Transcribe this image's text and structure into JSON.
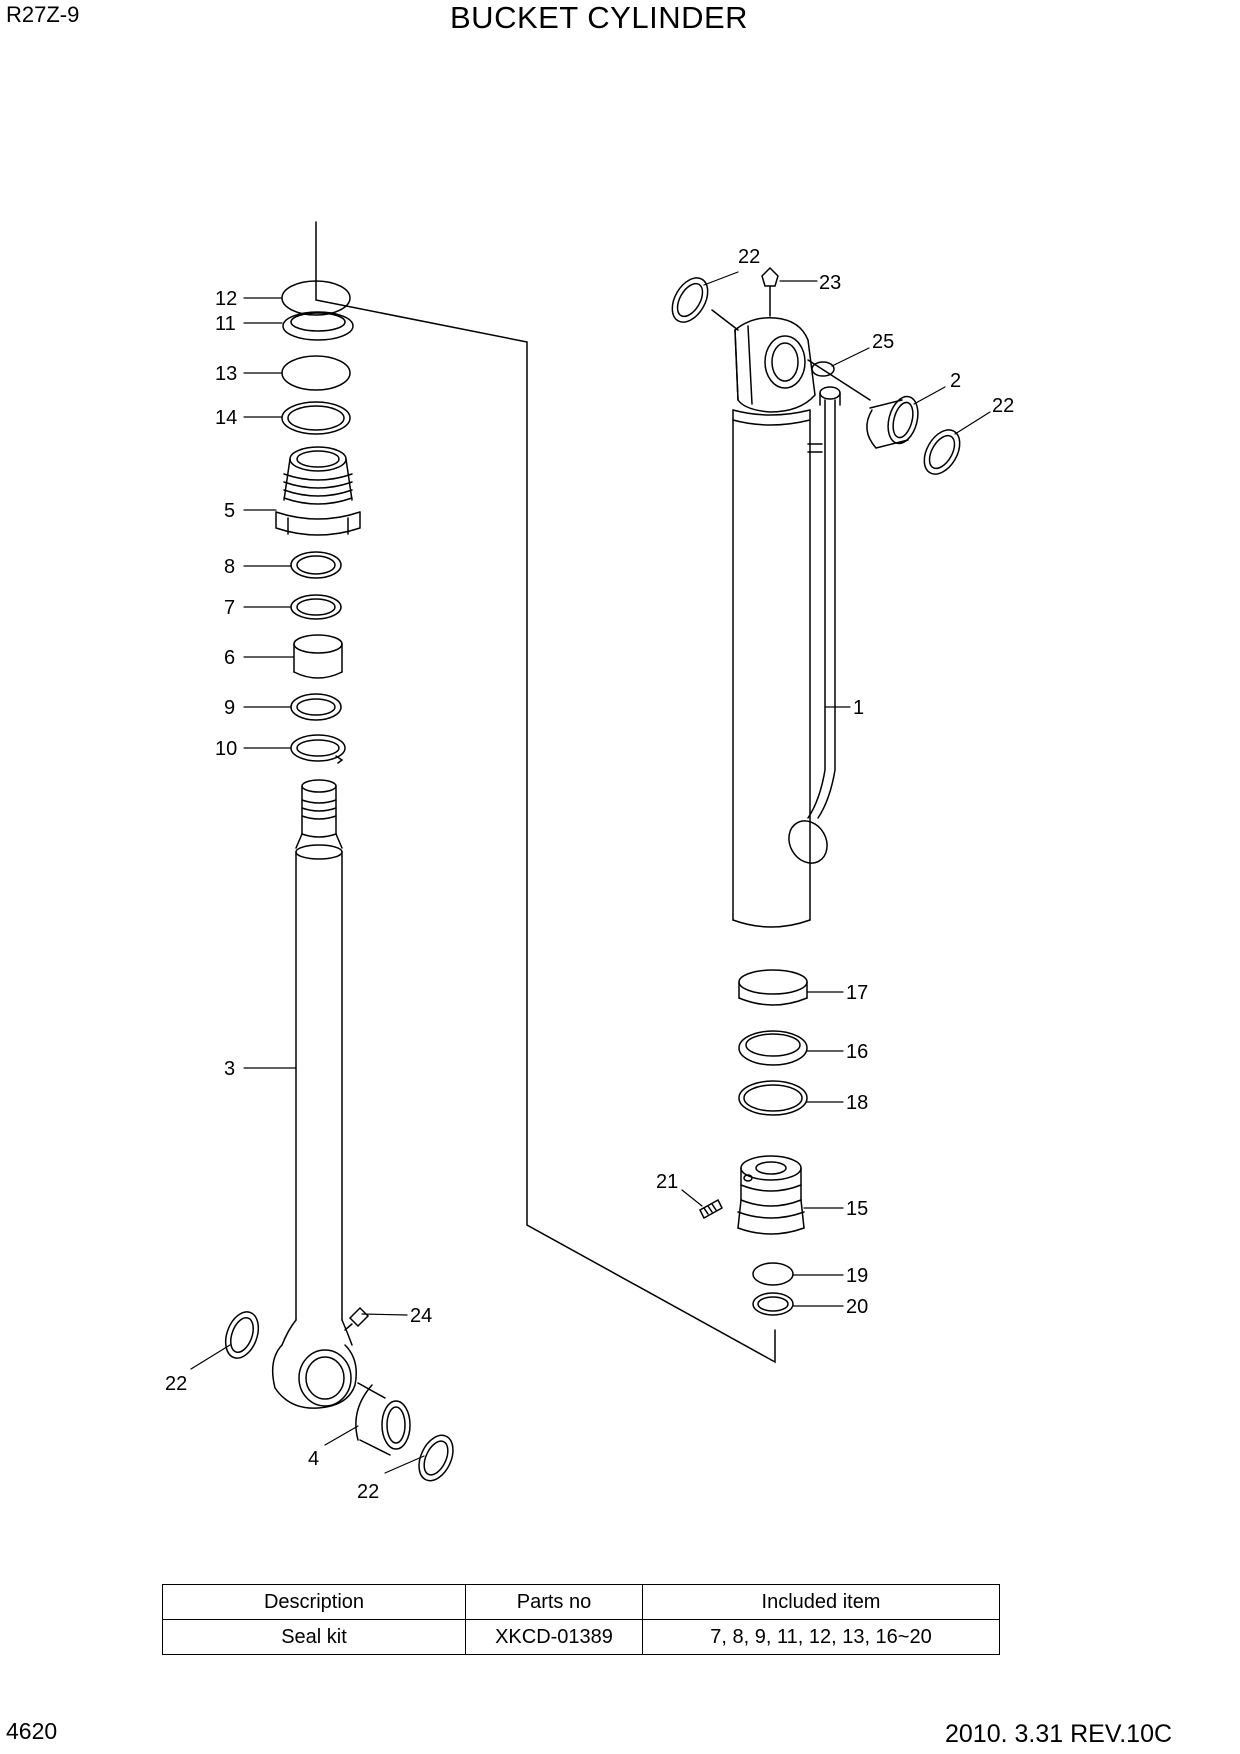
{
  "header": {
    "model": "R27Z-9",
    "title": "BUCKET CYLINDER"
  },
  "callouts": [
    "12",
    "11",
    "13",
    "14",
    "5",
    "8",
    "7",
    "6",
    "9",
    "10",
    "3",
    "22",
    "24",
    "4",
    "22",
    "22",
    "23",
    "25",
    "2",
    "22",
    "1",
    "17",
    "16",
    "18",
    "21",
    "15",
    "19",
    "20"
  ],
  "table": {
    "headers": [
      "Description",
      "Parts no",
      "Included item"
    ],
    "rows": [
      [
        "Seal kit",
        "XKCD-01389",
        "7, 8, 9, 11, 12, 13, 16~20"
      ]
    ]
  },
  "footer": {
    "page_number": "4620",
    "revision": "2010. 3.31  REV.10C"
  }
}
